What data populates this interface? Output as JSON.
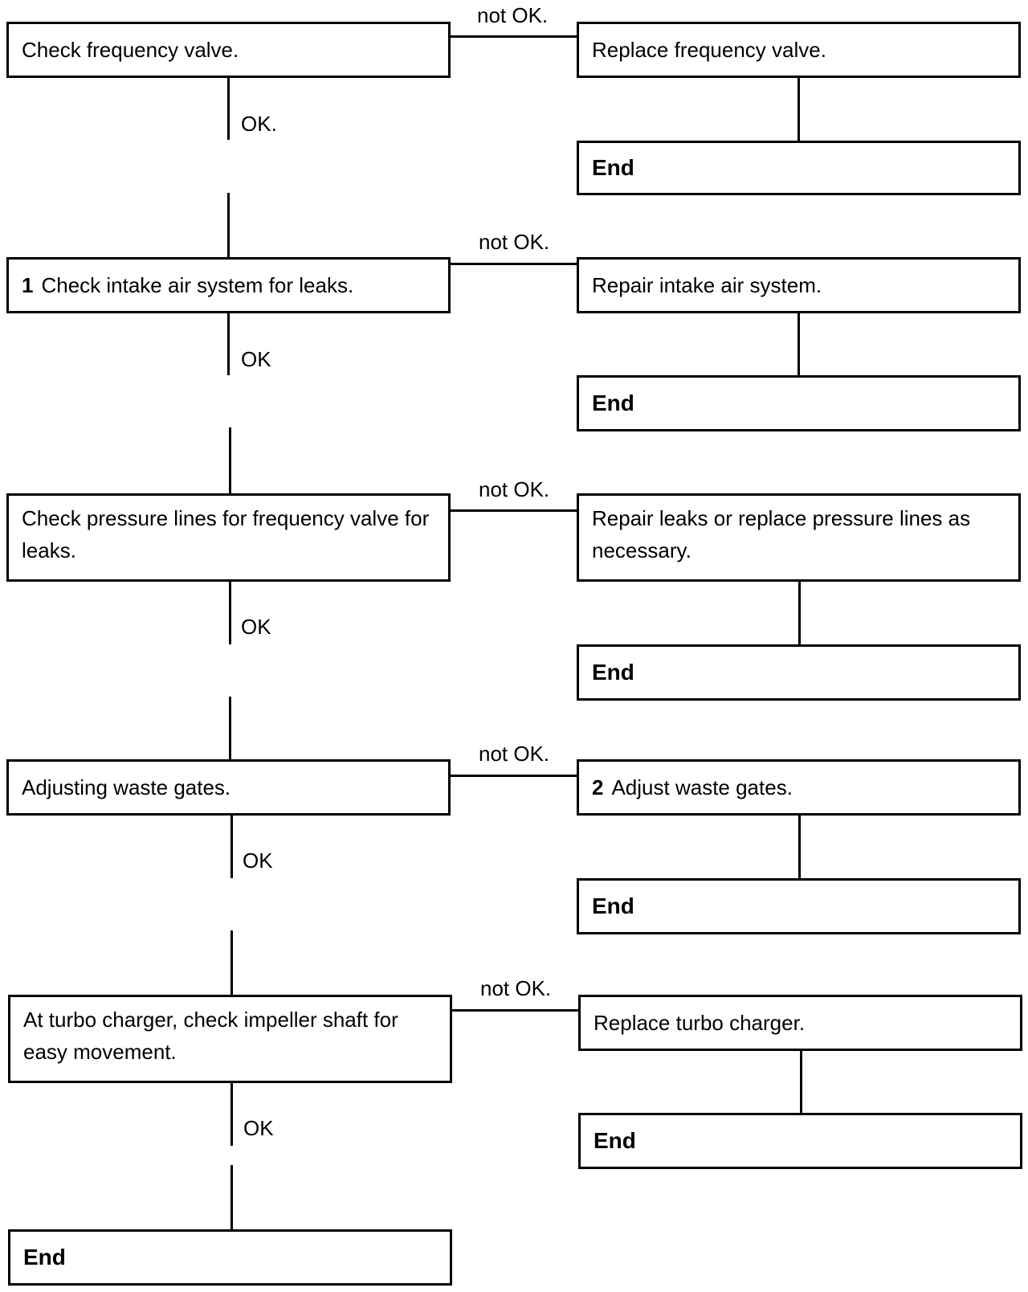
{
  "flowchart": {
    "steps": [
      {
        "check": "Check frequency valve.",
        "step_number": "",
        "ok_label": "OK.",
        "not_ok_label": "not OK.",
        "action": "Replace frequency valve.",
        "action_number": "",
        "end_label": "End"
      },
      {
        "check": "Check intake air system for leaks.",
        "step_number": "1",
        "ok_label": "OK",
        "not_ok_label": "not OK.",
        "action": "Repair intake air system.",
        "action_number": "",
        "end_label": "End"
      },
      {
        "check": "Check pressure lines for frequency valve for leaks.",
        "step_number": "",
        "ok_label": "OK",
        "not_ok_label": "not OK.",
        "action": "Repair leaks or replace pressure lines as necessary.",
        "action_number": "",
        "end_label": "End"
      },
      {
        "check": "Adjusting waste gates.",
        "step_number": "",
        "ok_label": "OK",
        "not_ok_label": "not OK.",
        "action": "Adjust waste gates.",
        "action_number": "2",
        "end_label": "End"
      },
      {
        "check": "At turbo charger, check impeller shaft for easy movement.",
        "step_number": "",
        "ok_label": "OK",
        "not_ok_label": "not OK.",
        "action": "Replace turbo charger.",
        "action_number": "",
        "end_label": "End"
      }
    ],
    "final_end_label": "End"
  }
}
